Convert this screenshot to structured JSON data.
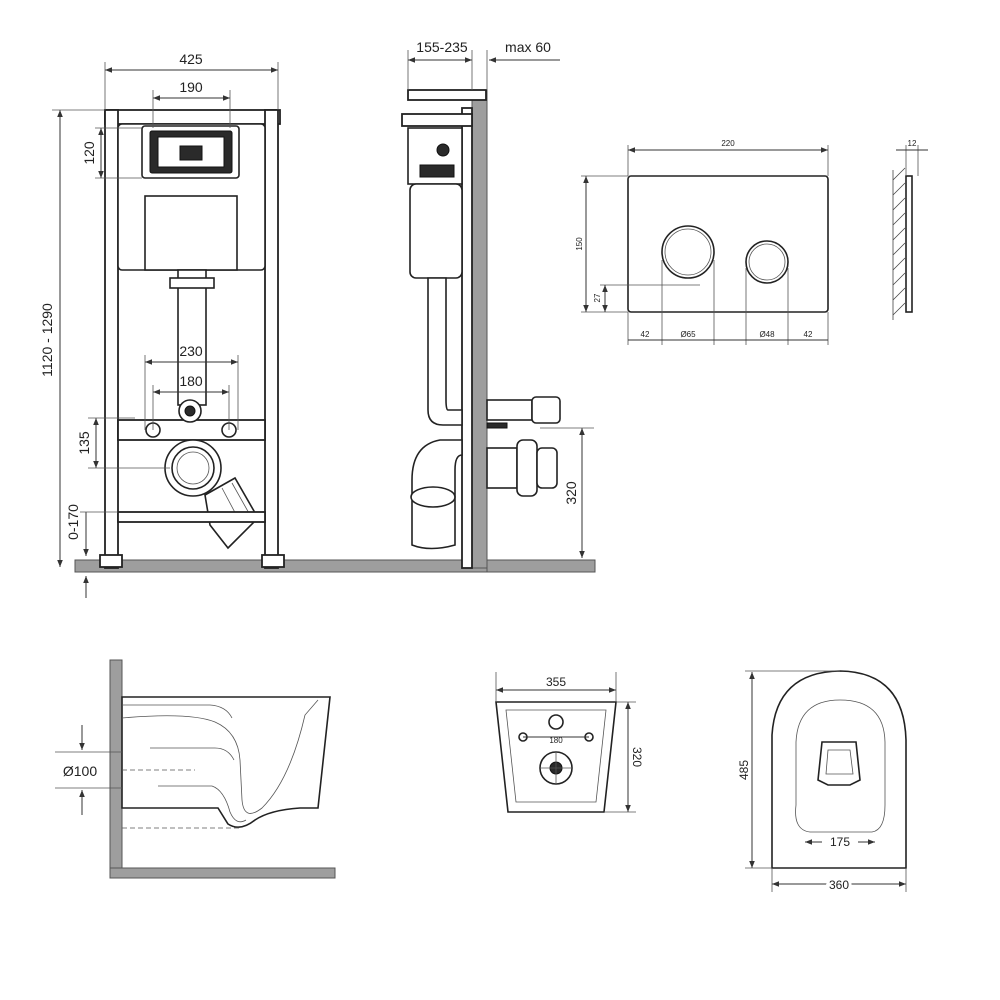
{
  "front_view": {
    "width_total": "425",
    "width_inner": "190",
    "height_range": "1120 - 1290",
    "panel_height": "120",
    "spacing_outer": "230",
    "spacing_inner": "180",
    "outlet_height": "135",
    "leg_adjust": "0-170"
  },
  "side_view": {
    "depth_range": "155-235",
    "max_wall": "max 60",
    "outlet_level": "320"
  },
  "flush_plate": {
    "width": "220",
    "height": "150",
    "offset_bottom": "27",
    "margin_left": "42",
    "big_button": "Ø65",
    "small_button": "Ø48",
    "margin_right": "42",
    "thickness": "12"
  },
  "toilet_side": {
    "pipe_diameter": "Ø100"
  },
  "toilet_back": {
    "width": "355",
    "bolt_spacing": "180",
    "height": "320"
  },
  "toilet_top": {
    "length": "485",
    "bolt_spacing": "175",
    "width": "360"
  }
}
